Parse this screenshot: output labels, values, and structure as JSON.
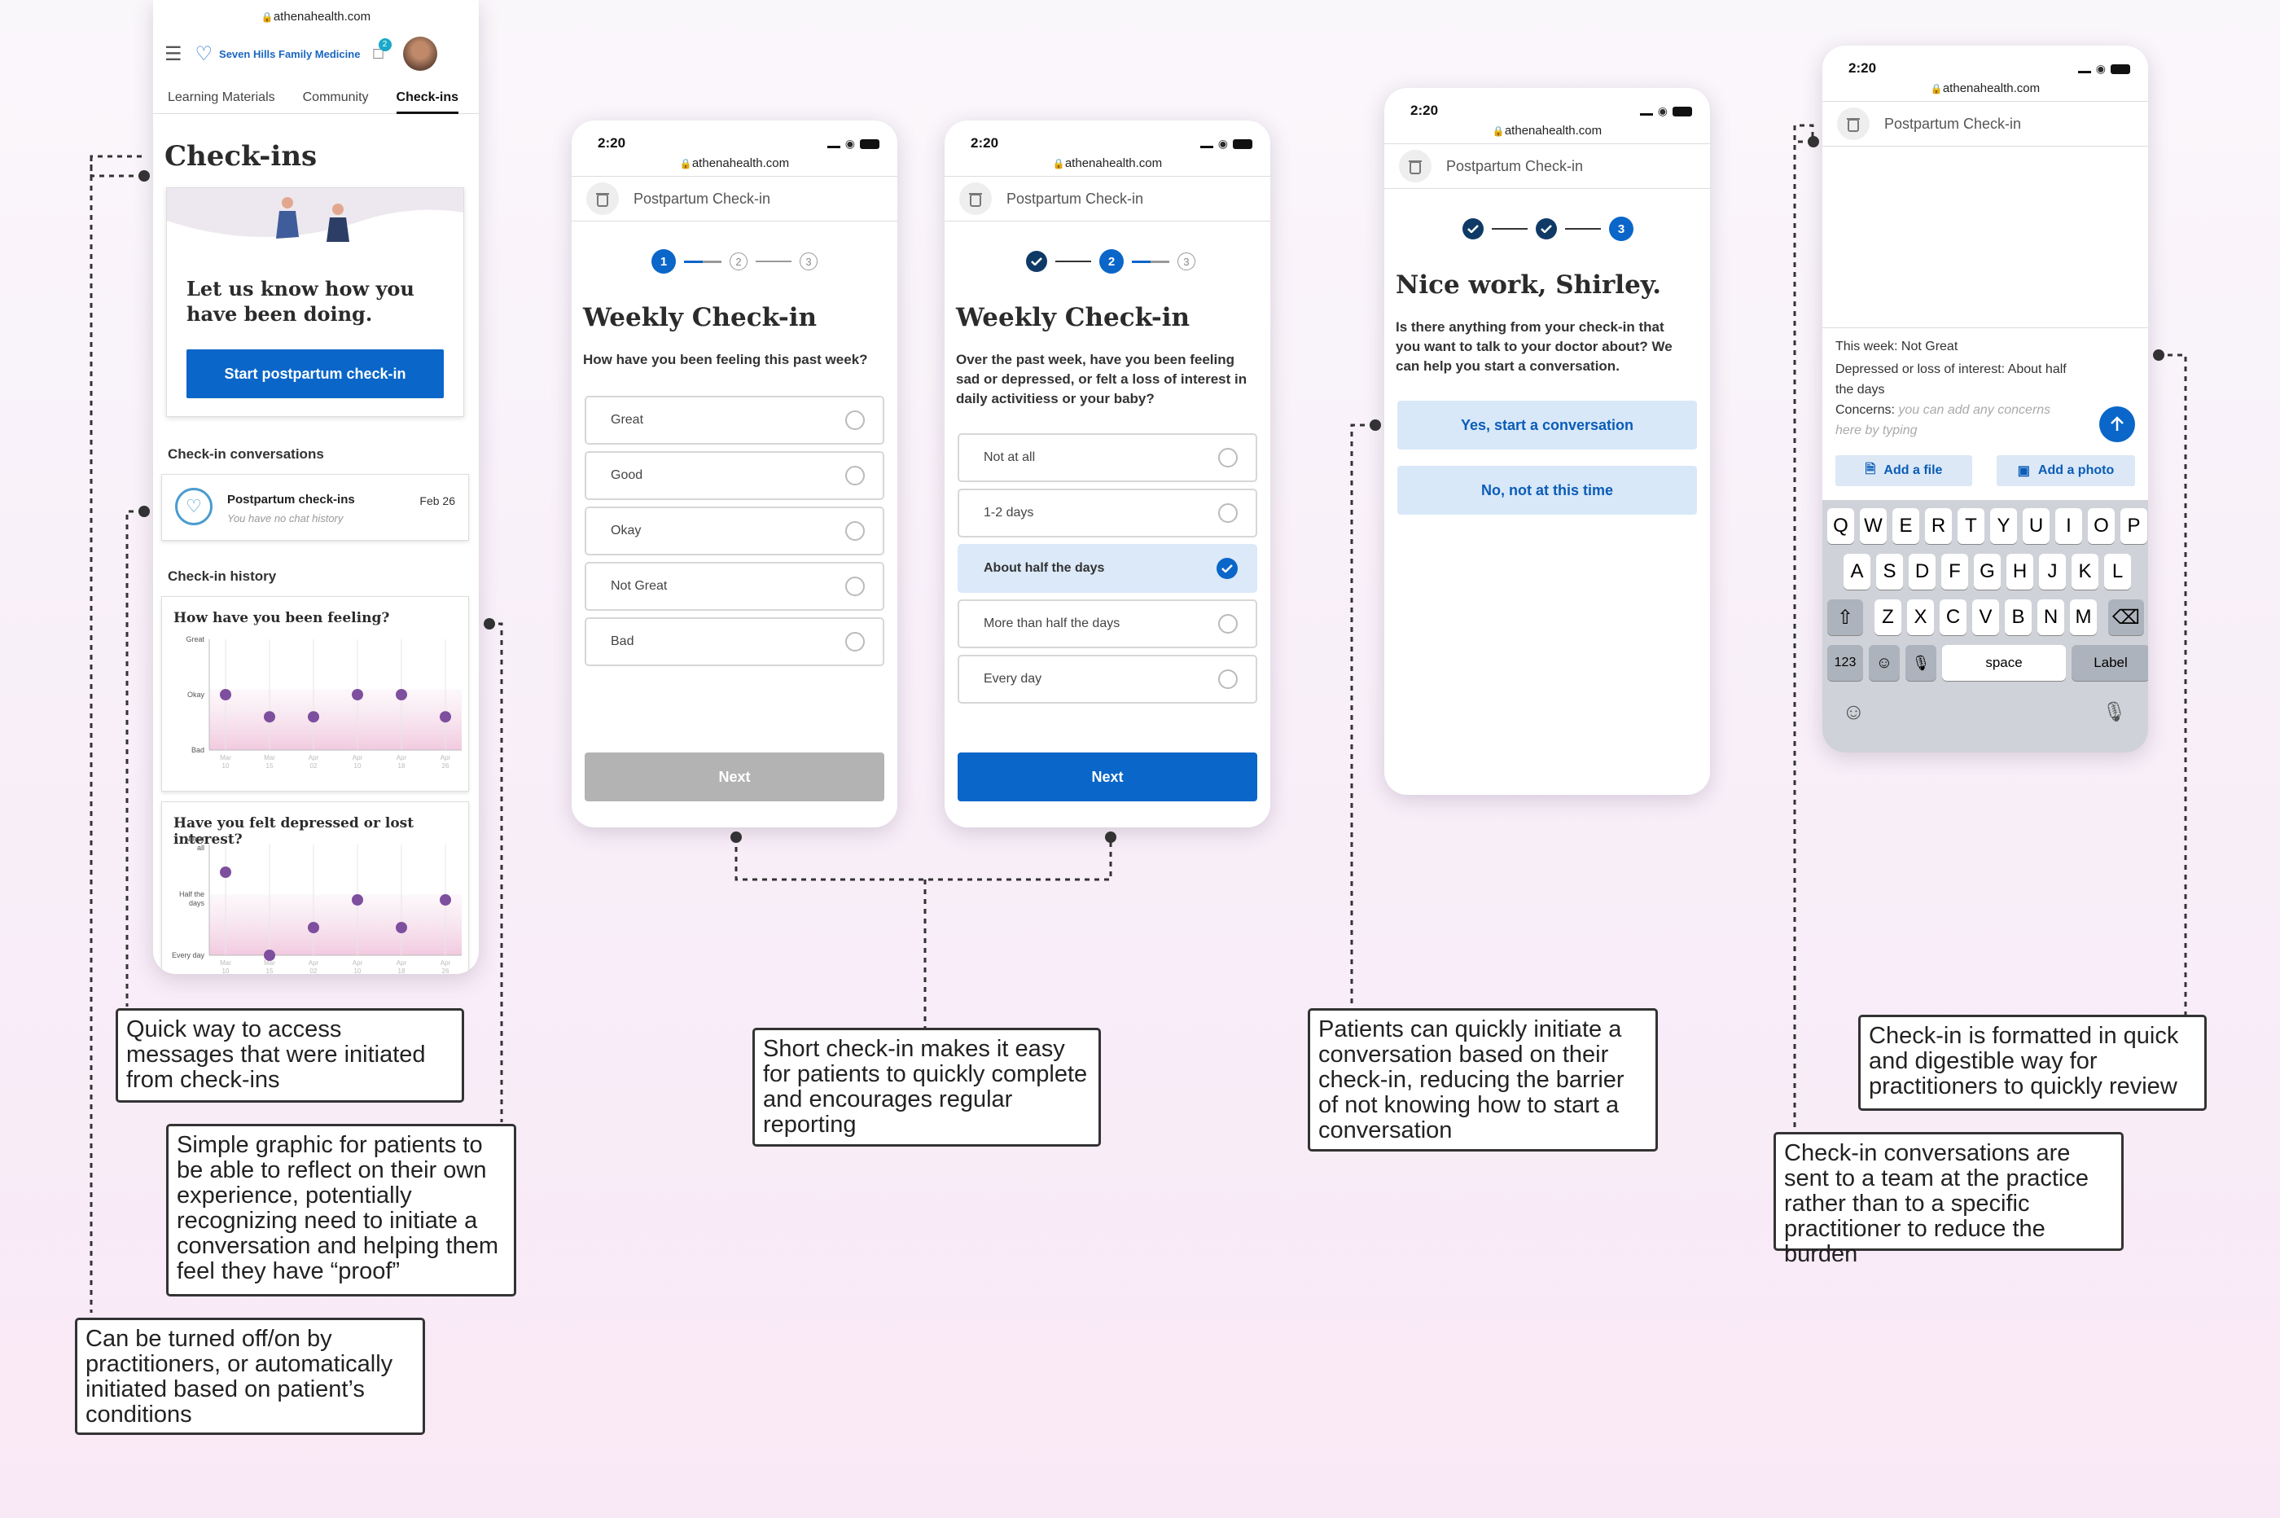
{
  "phone1": {
    "url": "athenahealth.com",
    "practice": "Seven Hills Family Medicine",
    "badge": "2",
    "tabs": [
      "Learning Materials",
      "Community",
      "Check-ins"
    ],
    "title": "Check-ins",
    "hero_text": "Let us know how you have been doing.",
    "start_button": "Start postpartum check-in",
    "conv_heading": "Check-in conversations",
    "conv_name": "Postpartum check-ins",
    "conv_date": "Feb 26",
    "conv_sub": "You have no chat history",
    "history_heading": "Check-in history",
    "chart1_title": "How have you been feeling?",
    "chart2_title": "Have you felt depressed or lost interest?"
  },
  "chart_data": [
    {
      "type": "scatter",
      "title": "How have you been feeling?",
      "y_ticks": [
        "Great",
        "Okay",
        "Bad"
      ],
      "x": [
        "Mar 10",
        "Mar 15",
        "Apr 02",
        "Apr 10",
        "Apr 18",
        "Apr 26"
      ],
      "values": [
        0.5,
        0.3,
        0.3,
        0.5,
        0.5,
        0.3
      ],
      "color": "#7d4f9e"
    },
    {
      "type": "scatter",
      "title": "Have you felt depressed or lost interest?",
      "y_ticks": [
        "Not at all",
        "Half the days",
        "Every day"
      ],
      "x": [
        "Mar 10",
        "Mar 15",
        "Apr 02",
        "Apr 10",
        "Apr 18",
        "Apr 26"
      ],
      "values": [
        0.75,
        0.0,
        0.25,
        0.5,
        0.25,
        0.5
      ],
      "color": "#7d4f9e"
    }
  ],
  "phone2": {
    "time": "2:20",
    "url": "athenahealth.com",
    "header": "Postpartum Check-in",
    "title": "Weekly Check-in",
    "question": "How have you been feeling this past week?",
    "options": [
      "Great",
      "Good",
      "Okay",
      "Not Great",
      "Bad"
    ],
    "next": "Next",
    "steps": [
      "1",
      "2",
      "3"
    ]
  },
  "phone3": {
    "time": "2:20",
    "url": "athenahealth.com",
    "header": "Postpartum Check-in",
    "title": "Weekly Check-in",
    "question": "Over the past week, have you been feeling sad or depressed, or felt a loss of interest in daily activitiess or your baby?",
    "options": [
      "Not at all",
      "1-2 days",
      "About half the days",
      "More than half the days",
      "Every day"
    ],
    "next": "Next",
    "steps": [
      "2",
      "3"
    ]
  },
  "phone4": {
    "time": "2:20",
    "url": "athenahealth.com",
    "header": "Postpartum Check-in",
    "title": "Nice work, Shirley.",
    "question": "Is there anything from your check-in that you want to talk to your doctor about? We can help you start a conversation.",
    "yes": "Yes, start a conversation",
    "no": "No, not at this time",
    "step": "3"
  },
  "phone5": {
    "time": "2:20",
    "url": "athenahealth.com",
    "header": "Postpartum Check-in",
    "msg1": "This week: Not Great",
    "msg2": "Depressed or loss of interest: About half the days",
    "msg3": "Concerns:",
    "placeholder": "you can add any concerns here by typing",
    "add_file": "Add a file",
    "add_photo": "Add a photo",
    "row1": [
      "Q",
      "W",
      "E",
      "R",
      "T",
      "Y",
      "U",
      "I",
      "O",
      "P"
    ],
    "row2": [
      "A",
      "S",
      "D",
      "F",
      "G",
      "H",
      "J",
      "K",
      "L"
    ],
    "row3": [
      "Z",
      "X",
      "C",
      "V",
      "B",
      "N",
      "M"
    ],
    "k123": "123",
    "space": "space",
    "label": "Label"
  },
  "notes": {
    "n1": "Quick way to access messages that were initiated from check-ins",
    "n2": "Simple graphic for patients to be able to reflect on their own experience, potentially recognizing need to initiate a conversation and helping them feel they have “proof”",
    "n3": "Can be turned off/on by practitioners, or automatically initiated based on patient’s conditions",
    "n4": "Short check-in makes it easy for patients to quickly complete and encourages regular reporting",
    "n5": "Patients can quickly initiate a conversation based on their check-in, reducing the barrier of not knowing how to start a conversation",
    "n6": "Check-in is formatted in quick and digestible way for practitioners to quickly review",
    "n7": "Check-in conversations are sent to a team at the practice rather than to a specific practitioner to reduce the burden"
  }
}
